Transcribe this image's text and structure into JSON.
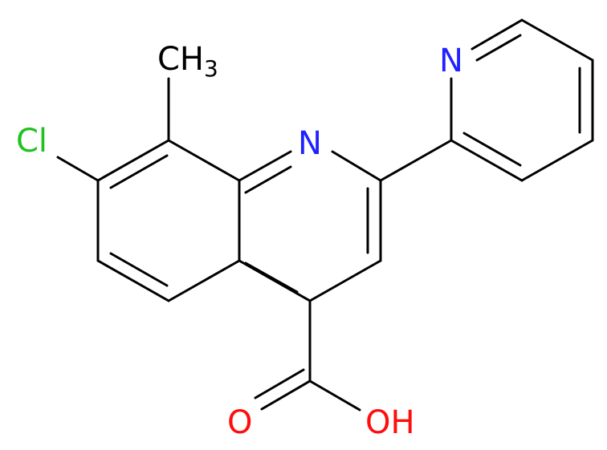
{
  "molecule": {
    "atoms": {
      "cl": {
        "text": "Cl",
        "color": "#1fc21f"
      },
      "ch3": {
        "text": "CH",
        "sub": "3",
        "color": "#000000"
      },
      "n_quinoline": {
        "text": "N",
        "color": "#2121ff"
      },
      "n_pyridine": {
        "text": "N",
        "color": "#2121ff"
      },
      "o_carbonyl": {
        "text": "O",
        "color": "#ff0d0d"
      },
      "oh": {
        "text": "OH",
        "color": "#ff0d0d"
      }
    },
    "bond_color": "#000000"
  }
}
